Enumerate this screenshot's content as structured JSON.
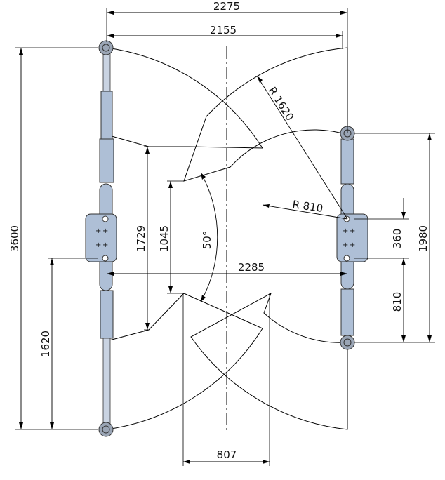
{
  "dimensions": {
    "overall_width": "2275",
    "inner_width": "2155",
    "total_length": "3600",
    "lower_length": "1620",
    "radius_large": "R 1620",
    "radius_small": "R 810",
    "span_1729": "1729",
    "span_1045": "1045",
    "angle": "50°",
    "post_spacing": "2285",
    "post_height": "1980",
    "bracket_360": "360",
    "bracket_810": "810",
    "bottom_width": "807"
  },
  "colors": {
    "post_fill": "#aebfd6",
    "hatch": "#000000",
    "line": "#000000"
  }
}
